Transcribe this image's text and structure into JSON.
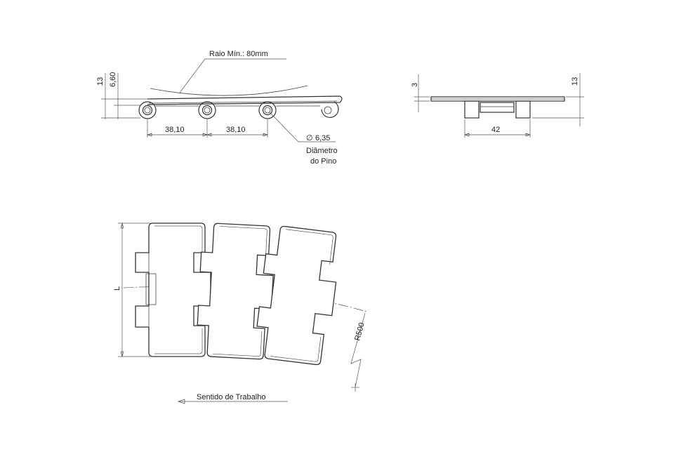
{
  "side_view": {
    "radius_label": "Raio Mín.: 80mm",
    "height_13": "13",
    "height_660": "6,60",
    "pitch_1": "38,10",
    "pitch_2": "38,10",
    "pin_diameter": "6,35",
    "pin_diameter_symbol": "∅",
    "pin_caption_line1": "Diâmetro",
    "pin_caption_line2": "do Pino"
  },
  "end_view": {
    "thickness_3": "3",
    "height_13": "13",
    "width_42": "42"
  },
  "top_view": {
    "width_label": "L",
    "radius_label": "R500",
    "direction_label": "Sentido de Trabalho"
  }
}
